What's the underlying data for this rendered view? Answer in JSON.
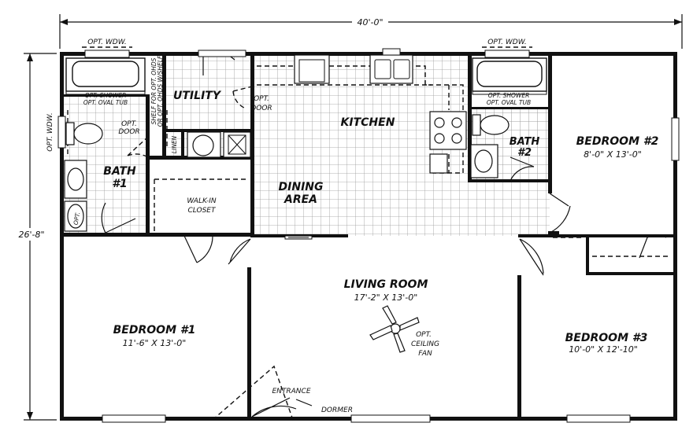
{
  "dimensions": {
    "width_label": "40'-0\"",
    "height_label": "26'-8\""
  },
  "rooms": {
    "kitchen": {
      "name": "KITCHEN"
    },
    "dining": {
      "line1": "DINING",
      "line2": "AREA"
    },
    "utility": {
      "name": "UTILITY"
    },
    "bath1": {
      "line1": "BATH",
      "line2": "#1"
    },
    "bath2": {
      "line1": "BATH",
      "line2": "#2"
    },
    "walkin": {
      "line1": "WALK-IN",
      "line2": "CLOSET"
    },
    "linen": {
      "name": "LINEN"
    },
    "living": {
      "name": "LIVING ROOM",
      "size": "17'-2\" X 13'-0\""
    },
    "bedroom1": {
      "name": "BEDROOM #1",
      "size": "11'-6\" X 13'-0\""
    },
    "bedroom2": {
      "name": "BEDROOM #2",
      "size": "8'-0\" X 13'-0\""
    },
    "bedroom3": {
      "name": "BEDROOM #3",
      "size": "10'-0\" X 12'-10\""
    }
  },
  "notes": {
    "opt_wdw": "OPT. WDW.",
    "opt_shower": "OPT. SHOWER",
    "opt_oval_tub": "OPT. OVAL TUB",
    "opt": "OPT.",
    "door": "DOOR",
    "shelf_line1": "SHELF FOR OPT. OHDS",
    "shelf_line2": "OR OPT. OHDS W/SHELF",
    "fan_line1": "OPT.",
    "fan_line2": "CEILING",
    "fan_line3": "FAN",
    "entrance": "ENTRANCE",
    "dormer": "DORMER"
  }
}
